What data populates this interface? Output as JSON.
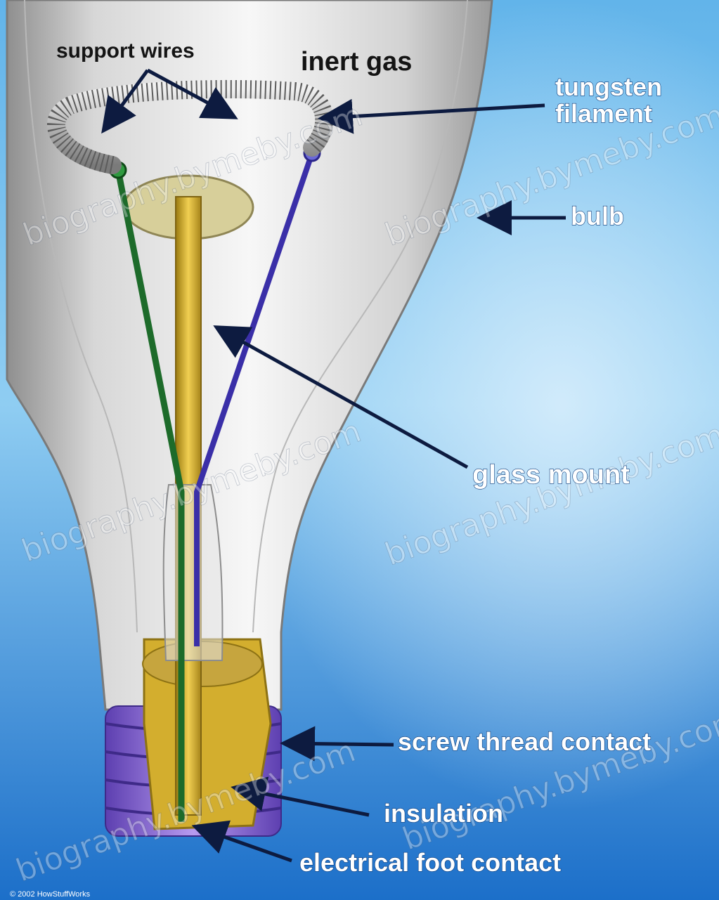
{
  "labels": {
    "support_wires": "support wires",
    "inert_gas": "inert gas",
    "tungsten_filament_line1": "tungsten",
    "tungsten_filament_line2": "filament",
    "bulb": "bulb",
    "glass_mount": "glass mount",
    "screw_thread_contact": "screw thread contact",
    "insulation": "insulation",
    "electrical_foot_contact": "electrical foot contact"
  },
  "watermark": "biography.bymeby.com",
  "credit": "© 2002 HowStuffWorks",
  "colors": {
    "background_top": "#7fc4ef",
    "background_bottom": "#1c6fc9",
    "glass": "#d9d9d9",
    "glass_mount": "#c9a227",
    "screw_thread": "#8d6ad6",
    "lead_wire_left": "#1d6b2a",
    "lead_wire_right": "#3a2fa8",
    "insulation": "#cfa928",
    "arrow": "#0d1b40"
  }
}
